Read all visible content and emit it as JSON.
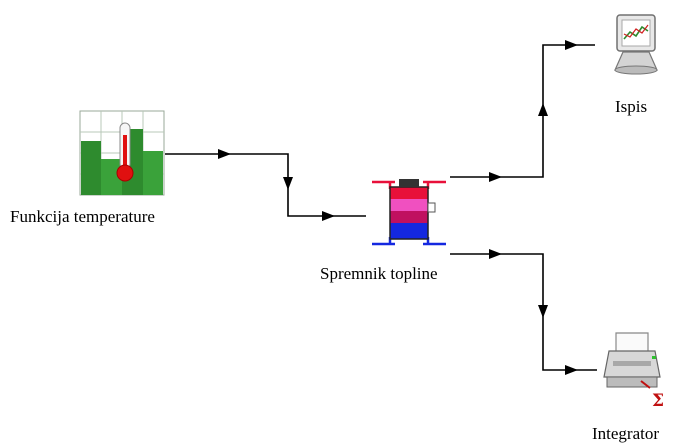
{
  "nodes": {
    "temperature_function": {
      "label": "Funkcija temperature",
      "icon": "thermometer-chart-icon"
    },
    "heat_storage": {
      "label": "Spremnik topline",
      "icon": "heat-storage-tank-icon"
    },
    "output_display": {
      "label": "Ispis",
      "icon": "monitor-graph-icon"
    },
    "integrator": {
      "label": "Integrator",
      "icon": "printer-sigma-icon"
    }
  },
  "colors": {
    "connector": "#000000",
    "chart_green": "#2e8b2e",
    "thermometer_red": "#e01010",
    "tank_red": "#e8103a",
    "tank_pink": "#f050c0",
    "tank_blue": "#1428e0",
    "sigma_red": "#c01010"
  }
}
